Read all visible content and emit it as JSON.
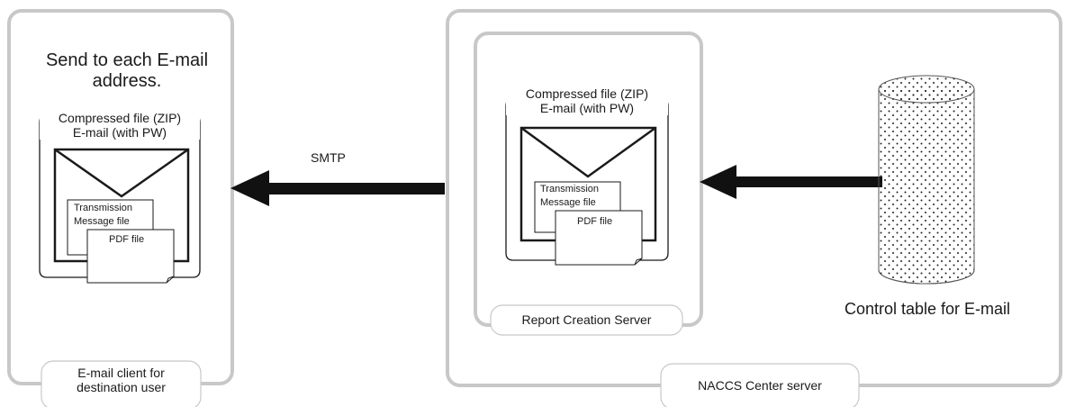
{
  "client_box": {
    "heading_line1": "Send to each E-mail",
    "heading_line2": "address.",
    "zip_line1": "Compressed file (ZIP)",
    "zip_line2": "E-mail (with PW)",
    "transmission_line1": "Transmission",
    "transmission_line2": "Message file",
    "pdf_label": "PDF file",
    "caption_line1": "E-mail client for",
    "caption_line2": "destination user"
  },
  "smtp_label": "SMTP",
  "report_server": {
    "zip_line1": "Compressed file (ZIP)",
    "zip_line2": "E-mail (with PW)",
    "transmission_line1": "Transmission",
    "transmission_line2": "Message file",
    "pdf_label": "PDF file",
    "caption": "Report Creation Server"
  },
  "control_table_label": "Control table for E-mail",
  "naccs_caption": "NACCS Center server",
  "colors": {
    "frame": "#c8c8c8",
    "line": "#1a1a1a",
    "arrow": "#111111"
  }
}
